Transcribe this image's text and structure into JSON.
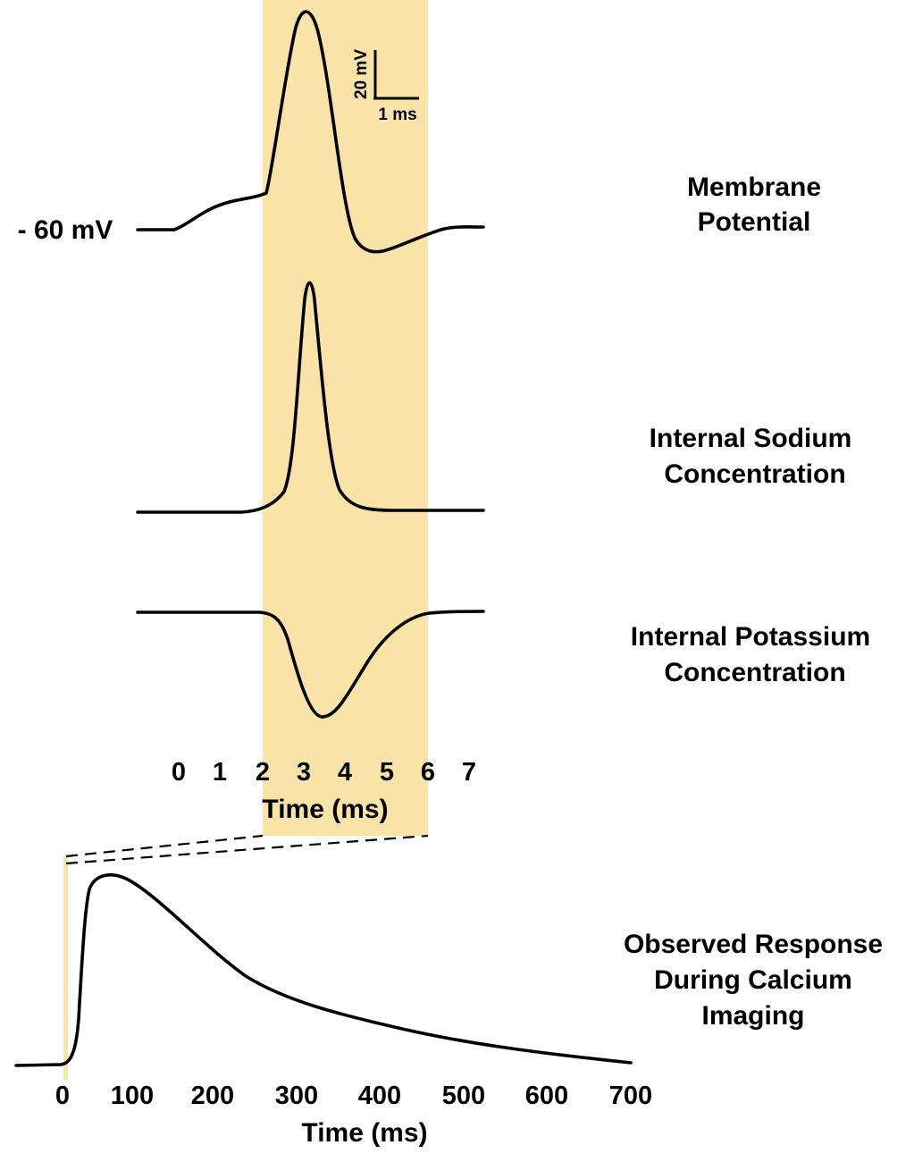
{
  "colors": {
    "highlight": "#f9e3a6",
    "ink": "#000000",
    "background": "#ffffff"
  },
  "scale_bar": {
    "vertical_label": "20 mV",
    "horizontal_label": "1 ms"
  },
  "baseline_label": "- 60 mV",
  "traces": {
    "membrane_potential": {
      "line1": "Membrane",
      "line2": "Potential"
    },
    "sodium": {
      "line1": "Internal Sodium",
      "line2": "Concentration"
    },
    "potassium": {
      "line1": "Internal Potassium",
      "line2": "Concentration"
    },
    "calcium": {
      "line1": "Observed Response",
      "line2": "During Calcium",
      "line3": "Imaging"
    }
  },
  "top_axis": {
    "ticks": [
      "0",
      "1",
      "2",
      "3",
      "4",
      "5",
      "6",
      "7"
    ],
    "label": "Time (ms)",
    "highlight_range_ms": [
      2,
      6
    ]
  },
  "bottom_axis": {
    "ticks": [
      "0",
      "100",
      "200",
      "300",
      "400",
      "500",
      "600",
      "700"
    ],
    "label": "Time (ms)"
  }
}
